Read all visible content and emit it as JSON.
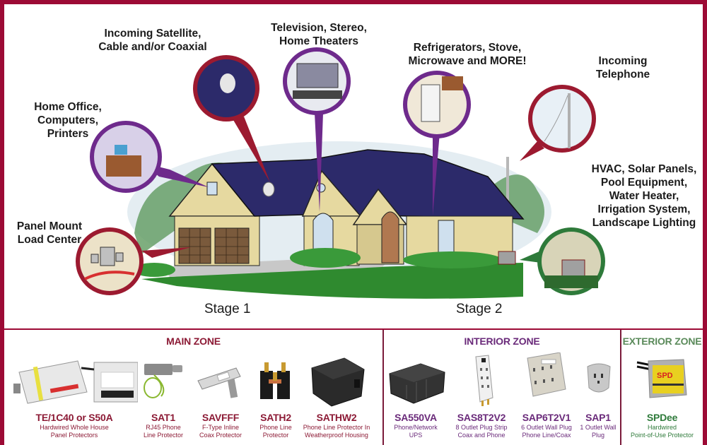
{
  "colors": {
    "frame": "#9c0a35",
    "main_zone": "#8c1a35",
    "interior_zone": "#6a2a7a",
    "exterior_zone": "#2e7a3a",
    "exterior_title": "#5a8a5a",
    "callout_red": "#9c1a30",
    "callout_purple": "#6e2a8c",
    "callout_green": "#2e7a3a"
  },
  "diagram": {
    "callouts": [
      {
        "id": "home-office",
        "label": "Home Office,\nComputers,\nPrinters",
        "color": "purple",
        "icon": "desk-computer-icon"
      },
      {
        "id": "satellite",
        "label": "Incoming Satellite,\nCable and/or Coaxial",
        "color": "red",
        "icon": "satellite-dish-icon"
      },
      {
        "id": "television",
        "label": "Television, Stereo,\nHome Theaters",
        "color": "purple",
        "icon": "television-icon"
      },
      {
        "id": "appliances",
        "label": "Refrigerators, Stove,\nMicrowave and MORE!",
        "color": "purple",
        "icon": "refrigerator-icon"
      },
      {
        "id": "telephone",
        "label": "Incoming\nTelephone",
        "color": "red",
        "icon": "telephone-pole-icon"
      },
      {
        "id": "hvac",
        "label": "HVAC, Solar Panels,\nPool Equipment,\nWater Heater,\nIrrigation System,\nLandscape Lighting",
        "color": "green",
        "icon": "hvac-unit-icon"
      },
      {
        "id": "panel",
        "label": "Panel Mount\nLoad Center",
        "color": "red",
        "icon": "electrical-panel-icon"
      }
    ],
    "stages": [
      "Stage 1",
      "Stage 2"
    ]
  },
  "zones": {
    "main": {
      "title": "MAIN ZONE",
      "products": [
        {
          "code": "TE/1C40 or S50A",
          "desc": "Hardwired Whole House\nPanel Protectors"
        },
        {
          "code": "SAT1",
          "desc": "RJ45 Phone\nLine Protector"
        },
        {
          "code": "SAVFFF",
          "desc": "F-Type Inline\nCoax Protector"
        },
        {
          "code": "SATH2",
          "desc": "Phone Line\nProtector"
        },
        {
          "code": "SATHW2",
          "desc": "Phone Line Protector In\nWeatherproof Housing"
        }
      ]
    },
    "interior": {
      "title": "INTERIOR ZONE",
      "products": [
        {
          "code": "SA550VA",
          "desc": "Phone/Network\nUPS"
        },
        {
          "code": "SAS8T2V2",
          "desc": "8 Outlet Plug Strip\nCoax and Phone"
        },
        {
          "code": "SAP6T2V1",
          "desc": "6 Outlet Wall Plug\nPhone Line/Coax"
        },
        {
          "code": "SAP1",
          "desc": "1 Outlet Wall\nPlug"
        }
      ]
    },
    "exterior": {
      "title": "EXTERIOR ZONE",
      "products": [
        {
          "code": "SPDee",
          "desc": "Hardwired\nPoint-of-Use Protector"
        }
      ]
    }
  }
}
